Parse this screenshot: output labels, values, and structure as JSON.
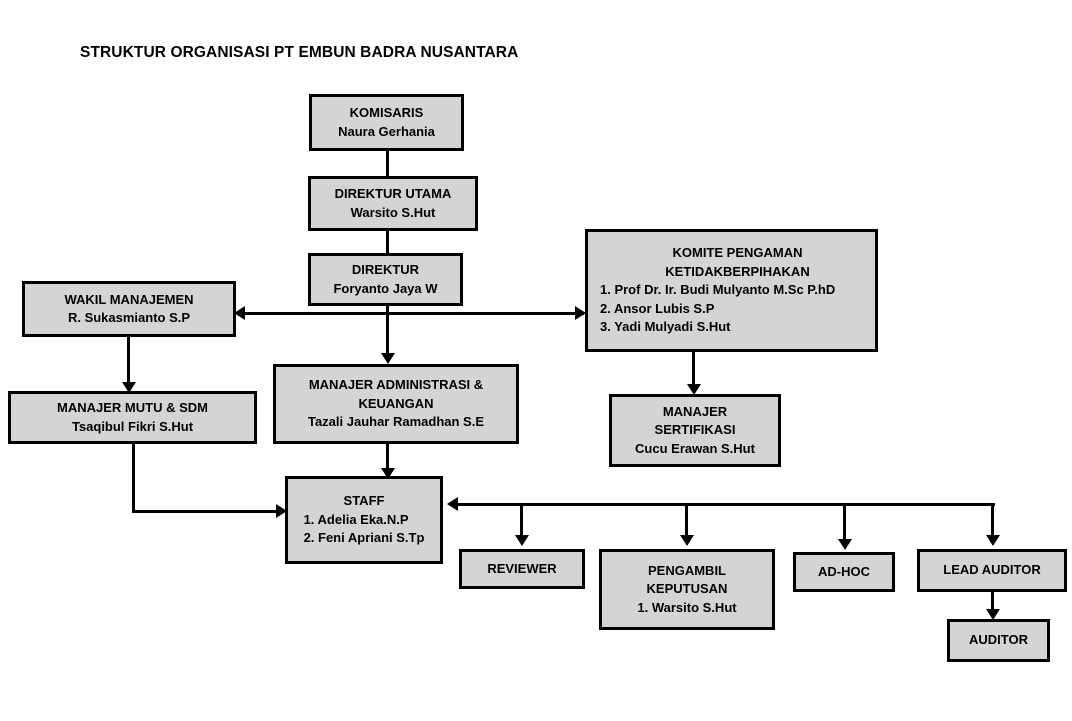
{
  "title": "STRUKTUR ORGANISASI PT EMBUN BADRA NUSANTARA",
  "colors": {
    "box_fill": "#d4d4d4",
    "box_border": "#000000",
    "background": "#ffffff",
    "text": "#000000"
  },
  "nodes": {
    "komisaris": {
      "title": "KOMISARIS",
      "name": "Naura Gerhania"
    },
    "direktur_utama": {
      "title": "DIREKTUR UTAMA",
      "name": "Warsito S.Hut"
    },
    "direktur": {
      "title": "DIREKTUR",
      "name": "Foryanto Jaya W"
    },
    "wakil_manajemen": {
      "title": "WAKIL MANAJEMEN",
      "name": "R. Sukasmianto S.P"
    },
    "manajer_mutu": {
      "title": "MANAJER MUTU & SDM",
      "name": "Tsaqibul Fikri S.Hut"
    },
    "komite": {
      "title_line1": "KOMITE PENGAMAN",
      "title_line2": "KETIDAKBERPIHAKAN",
      "members": [
        "1. Prof Dr. Ir. Budi Mulyanto M.Sc P.hD",
        "2. Ansor Lubis S.P",
        "3. Yadi Mulyadi S.Hut"
      ]
    },
    "manajer_adm": {
      "title_line1": "MANAJER ADMINISTRASI &",
      "title_line2": "KEUANGAN",
      "name": "Tazali Jauhar Ramadhan S.E"
    },
    "manajer_sertifikasi": {
      "title_line1": "MANAJER",
      "title_line2": "SERTIFIKASI",
      "name": "Cucu Erawan S.Hut"
    },
    "staff": {
      "title": "STAFF",
      "members": [
        "1. Adelia Eka.N.P",
        "2. Feni Apriani S.Tp"
      ]
    },
    "reviewer": {
      "title": "REVIEWER"
    },
    "pengambil": {
      "title_line1": "PENGAMBIL",
      "title_line2": "KEPUTUSAN",
      "members": [
        "1. Warsito S.Hut"
      ]
    },
    "adhoc": {
      "title": "AD-HOC"
    },
    "lead_auditor": {
      "title": "LEAD AUDITOR"
    },
    "auditor": {
      "title": "AUDITOR"
    }
  }
}
